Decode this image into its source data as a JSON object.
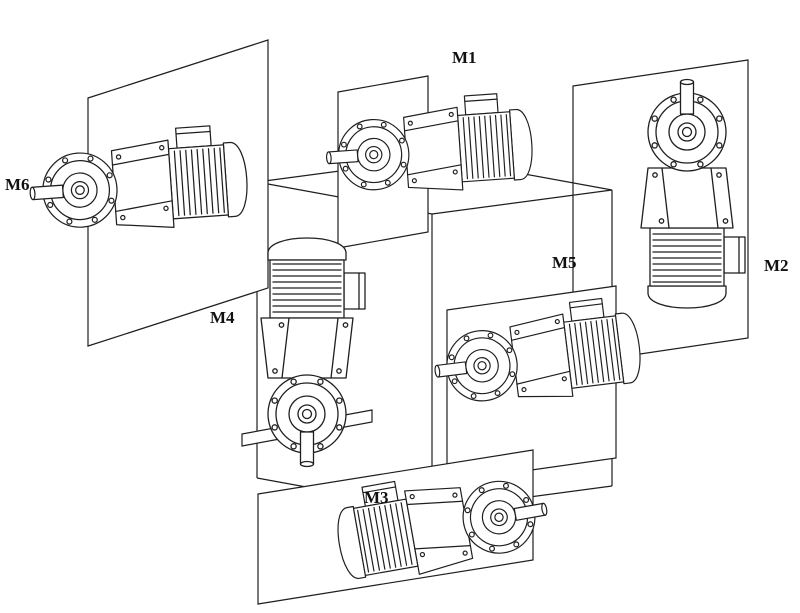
{
  "diagram": {
    "background_color": "#ffffff",
    "line_color": "#1f1f1f",
    "label_color": "#111111",
    "positions": [
      {
        "id": "M1",
        "label": "M1"
      },
      {
        "id": "M2",
        "label": "M2"
      },
      {
        "id": "M3",
        "label": "M3"
      },
      {
        "id": "M4",
        "label": "M4"
      },
      {
        "id": "M5",
        "label": "M5"
      },
      {
        "id": "M6",
        "label": "M6"
      }
    ]
  }
}
